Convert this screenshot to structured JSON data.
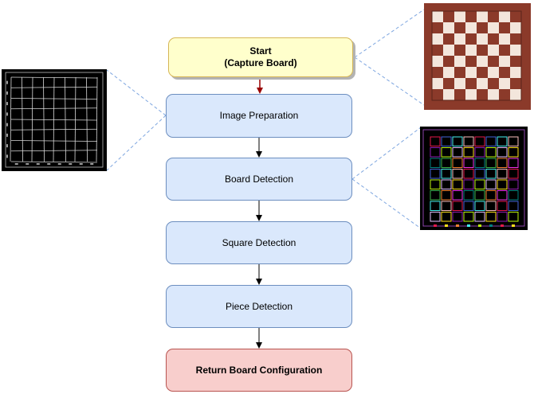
{
  "diagram": {
    "nodes": [
      {
        "id": "start",
        "label": "Start\n(Capture Board)",
        "style": "yellow"
      },
      {
        "id": "prep",
        "label": "Image Preparation",
        "style": "blue"
      },
      {
        "id": "board",
        "label": "Board Detection",
        "style": "blue"
      },
      {
        "id": "square",
        "label": "Square Detection",
        "style": "blue"
      },
      {
        "id": "piece",
        "label": "Piece Detection",
        "style": "blue"
      },
      {
        "id": "result",
        "label": "Return Board Configuration",
        "style": "red"
      }
    ],
    "colors": {
      "arrow_first": "#990000",
      "arrow": "#000000",
      "connector": "#7ea6e0",
      "board_wood": "#8b3a2a",
      "board_light": "#f3e6dc",
      "edge_line": "#d9d9d9"
    },
    "thumbnails": [
      {
        "id": "chessboard-photo"
      },
      {
        "id": "edge-image"
      },
      {
        "id": "detected-squares-image"
      }
    ]
  }
}
